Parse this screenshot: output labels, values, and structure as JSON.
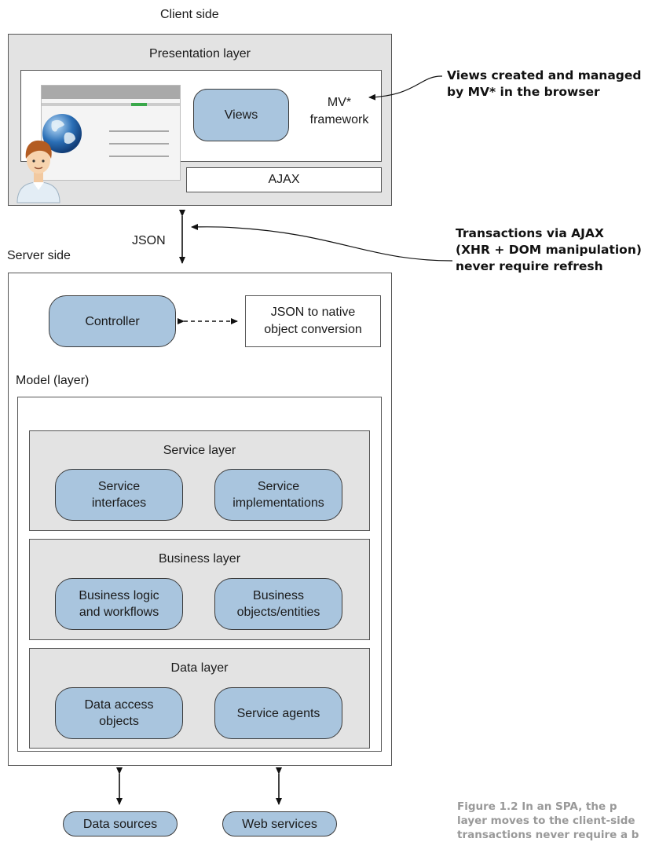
{
  "client_side_label": "Client side",
  "presentation_layer": {
    "title": "Presentation layer",
    "views": "Views",
    "mv_framework": "MV*\nframework",
    "ajax": "AJAX"
  },
  "json_label": "JSON",
  "server_side_label": "Server side",
  "controller": "Controller",
  "json_conversion": "JSON to native\nobject conversion",
  "model_layer_label": "Model (layer)",
  "service_layer": {
    "title": "Service layer",
    "items": [
      "Service\ninterfaces",
      "Service\nimplementations"
    ]
  },
  "business_layer": {
    "title": "Business layer",
    "items": [
      "Business logic\nand workflows",
      "Business\nobjects/entities"
    ]
  },
  "data_layer": {
    "title": "Data layer",
    "items": [
      "Data access\nobjects",
      "Service agents"
    ]
  },
  "external": [
    "Data sources",
    "Web services"
  ],
  "callouts": {
    "views": "Views created and managed\nby MV* in the browser",
    "transactions": "Transactions via AJAX\n(XHR + DOM manipulation)\nnever require refresh"
  },
  "caption": "Figure 1.2   In an SPA, the p\nlayer moves to the client-side\ntransactions never require a b",
  "colors": {
    "pill_fill": "#a9c5de",
    "layer_fill": "#e3e3e3",
    "caption": "#999999"
  }
}
